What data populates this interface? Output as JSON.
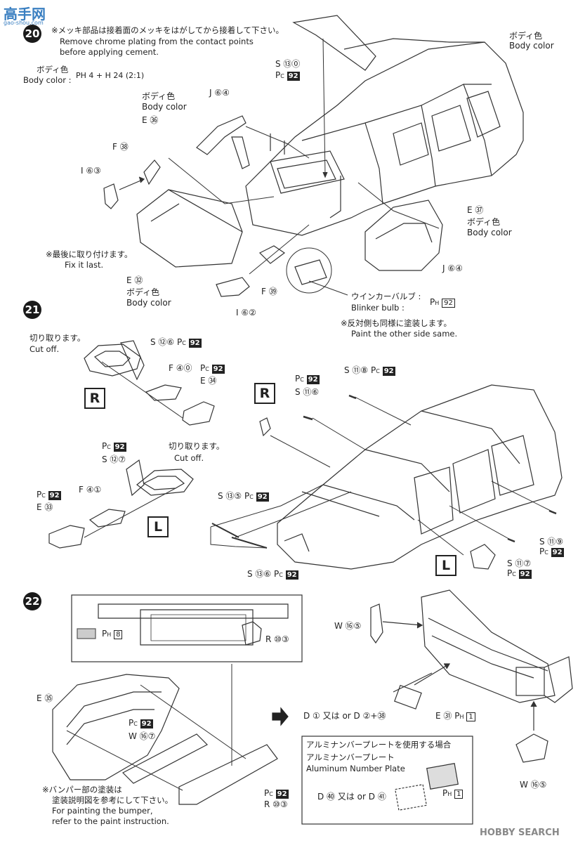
{
  "watermark_top": {
    "brand": "高手网",
    "url": "gao-shou.com"
  },
  "watermark_bottom": "HOBBY SEARCH",
  "steps": {
    "s20": {
      "number": "20",
      "intro_jp": "※メッキ部品は接着面のメッキをはがしてから接着して下さい。",
      "intro_en1": "Remove chrome plating from the contact points",
      "intro_en2": "before applying cement.",
      "body_color_jp": "ボディ色",
      "body_color_en": "Body color :",
      "body_color_mix": "PH 4 + H 24 (2:1)",
      "labels": {
        "S130": "S ⑬⓪",
        "pc92_a": "92",
        "J64_top": "J ⑥④",
        "E36": "E ㊱",
        "E36_jp": "ボディ色",
        "E36_en": "Body color",
        "F38": "F ㊳",
        "I63": "I ⑥③",
        "body_jp": "ボディ色",
        "body_en": "Body color",
        "E37": "E ㊲",
        "E37_jp": "ボディ色",
        "E37_en": "Body color",
        "J64_bottom": "J ⑥④",
        "fix_jp": "※最後に取り付けます。",
        "fix_en": "Fix it last.",
        "E32": "E ㉜",
        "E32_jp": "ボディ色",
        "E32_en": "Body color",
        "F39": "F ㊴",
        "I62": "I ⑥②",
        "blinker_jp": "ウインカーバルブ :",
        "blinker_en": "Blinker bulb :",
        "blinker_code": "92",
        "other_jp": "※反対側も同様に塗装します。",
        "other_en": "Paint the other side same."
      }
    },
    "s21": {
      "number": "21",
      "cut_jp": "切り取ります。",
      "cut_en": "Cut off.",
      "S126": "S ⑫⑥",
      "F40": "F ④⓪",
      "E34": "E ㉞",
      "S127": "S ⑫⑦",
      "F41": "F ④①",
      "E33": "E ㉝",
      "S116": "S ⑪⑥",
      "S118": "S ⑪⑧",
      "S135": "S ⑬⑤",
      "S136": "S ⑬⑥",
      "S117": "S ⑪⑦",
      "S119": "S ⑪⑨",
      "side_R": "R",
      "side_L": "L",
      "pc": "92"
    },
    "s22": {
      "number": "22",
      "inset_code": "8",
      "R103": "R ⑩③",
      "E35": "E ㉟",
      "W167": "W ⑯⑦",
      "pc": "92",
      "W165_top": "W ⑯⑤",
      "W165_bottom": "W ⑯⑤",
      "decal_line": "D ① 又は or D ②+㊳",
      "E31": "E ㉛",
      "E31_code": "1",
      "bumper_jp": "※バンパー部の塗装は",
      "bumper_jp2": "塗装説明図を参考にして下さい。",
      "bumper_en": "For painting the bumper,",
      "bumper_en2": "refer to the paint instruction.",
      "plate_title_jp": "アルミナンバープレートを使用する場合",
      "plate_jp": "アルミナンバープレート",
      "plate_en": "Aluminum Number Plate",
      "plate_decal": "D ㊵ 又は or D ㊶",
      "plate_code": "1"
    }
  }
}
